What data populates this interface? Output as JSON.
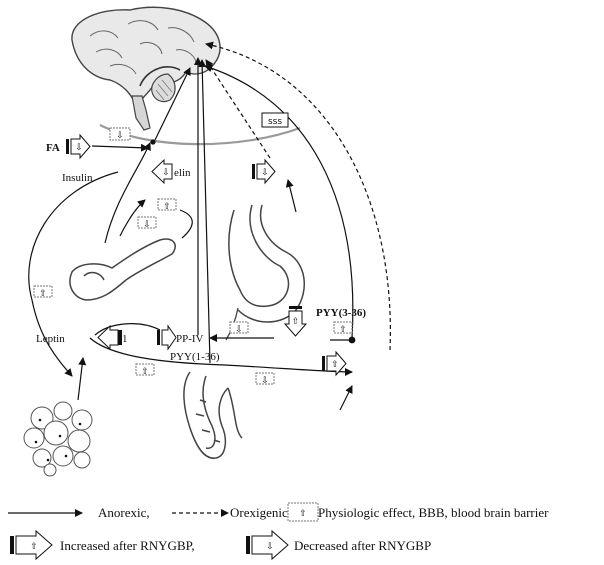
{
  "diagram": {
    "labels": {
      "fa": "FA",
      "insulin": "Insulin",
      "ghrelin": "elin",
      "leptin": "Leptin",
      "glp1": "1",
      "dppiv": "PP-IV",
      "pyy_right": "PYY(3-36)",
      "pyy_center": "PYY(1-36)",
      "bbb_box": "sss"
    },
    "symbols": {
      "up": "⇧",
      "down": "⇩"
    },
    "legend": {
      "anorexic": "Anorexic,",
      "orexigenic": "Orexigenic,",
      "physiologic": "Physiologic effect, BBB, blood brain barrier",
      "increased": "Increased after RNYGBP,",
      "decreased": "Decreased after RNYGBP"
    }
  }
}
